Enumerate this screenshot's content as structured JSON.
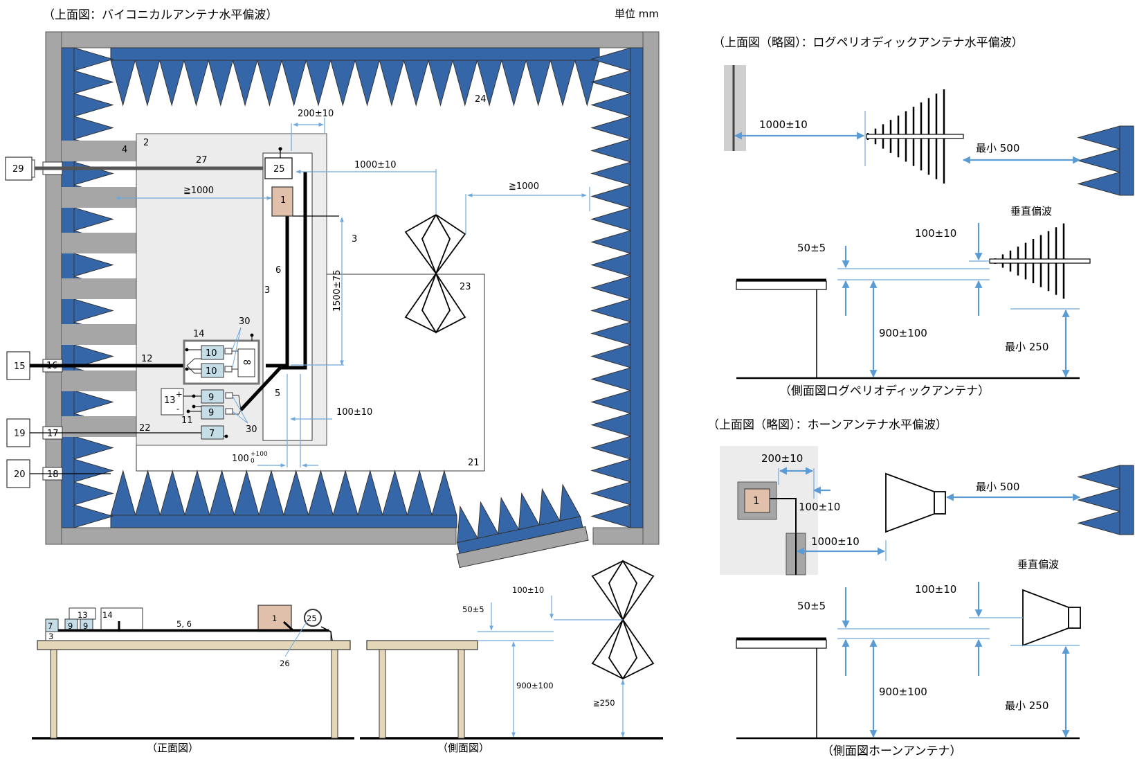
{
  "titles": {
    "top_left": "（上面図：バイコニカルアンテナ水平偏波）",
    "unit": "単位 mm",
    "top_right_logperiodic": "（上面図（略図）：ログペリオディックアンテナ水平偏波）",
    "side_logperiodic": "（側面図ログペリオディックアンテナ）",
    "top_right_horn": "（上面図（略図）：ホーンアンテナ水平偏波）",
    "side_horn": "（側面図ホーンアンテナ）",
    "front_view": "（正面図）",
    "side_view": "（側面図）"
  },
  "left_dims": {
    "d200": "200±10",
    "d1000a": "1000±10",
    "d_ge1000_left": "≧1000",
    "d_ge1000_right": "≧1000",
    "d1500": "1500±75",
    "d100": "100±10",
    "d100_0": "100",
    "d100_sup": "+100",
    "d100_sub": "0"
  },
  "left_labels": {
    "n1": "1",
    "n2": "2",
    "n3a": "3",
    "n3b": "3",
    "n4": "4",
    "n5": "5",
    "n6": "6",
    "n7": "7",
    "n8": "8",
    "n9a": "9",
    "n9b": "9",
    "n10a": "10",
    "n10b": "10",
    "n11": "11",
    "n12": "12",
    "n13": "13",
    "n14": "14",
    "n15": "15",
    "n16": "16",
    "n17": "17",
    "n19": "19",
    "n18": "18",
    "n20": "20",
    "n21": "21",
    "n22": "22",
    "n23": "23",
    "n24": "24",
    "n25": "25",
    "n27": "27",
    "n29": "29",
    "n30": "30",
    "n30b": "30",
    "plus": "+",
    "minus": "-"
  },
  "front_labels": {
    "n7": "7",
    "n9a": "9",
    "n9b": "9",
    "n3": "3",
    "n13": "13",
    "n14": "14",
    "n56": "5, 6",
    "n1": "1",
    "n25": "25",
    "n26": "26"
  },
  "side_dims": {
    "d100": "100±10",
    "d50": "50±5",
    "d900": "900±100",
    "d250": "≧250"
  },
  "logp": {
    "d1000": "1000±10",
    "min500": "最小 500",
    "vert": "垂直偏波",
    "d100": "100±10",
    "d50": "50±5",
    "d900": "900±100",
    "min250": "最小 250"
  },
  "horn": {
    "d200": "200±10",
    "n1": "1",
    "d100": "100±10",
    "d1000": "1000±10",
    "min500": "最小 500",
    "vert": "垂直偏波",
    "d100b": "100±10",
    "d50": "50±5",
    "d900": "900±100",
    "min250": "最小 250"
  },
  "colors": {
    "absorber": "#3566a8",
    "wall": "#a6a6a6",
    "table_area": "#ececec",
    "eut": "#e0c0aa",
    "device": "#c5dde7",
    "dimension": "#5b9bd5",
    "table_leg": "#e3d7b8"
  }
}
